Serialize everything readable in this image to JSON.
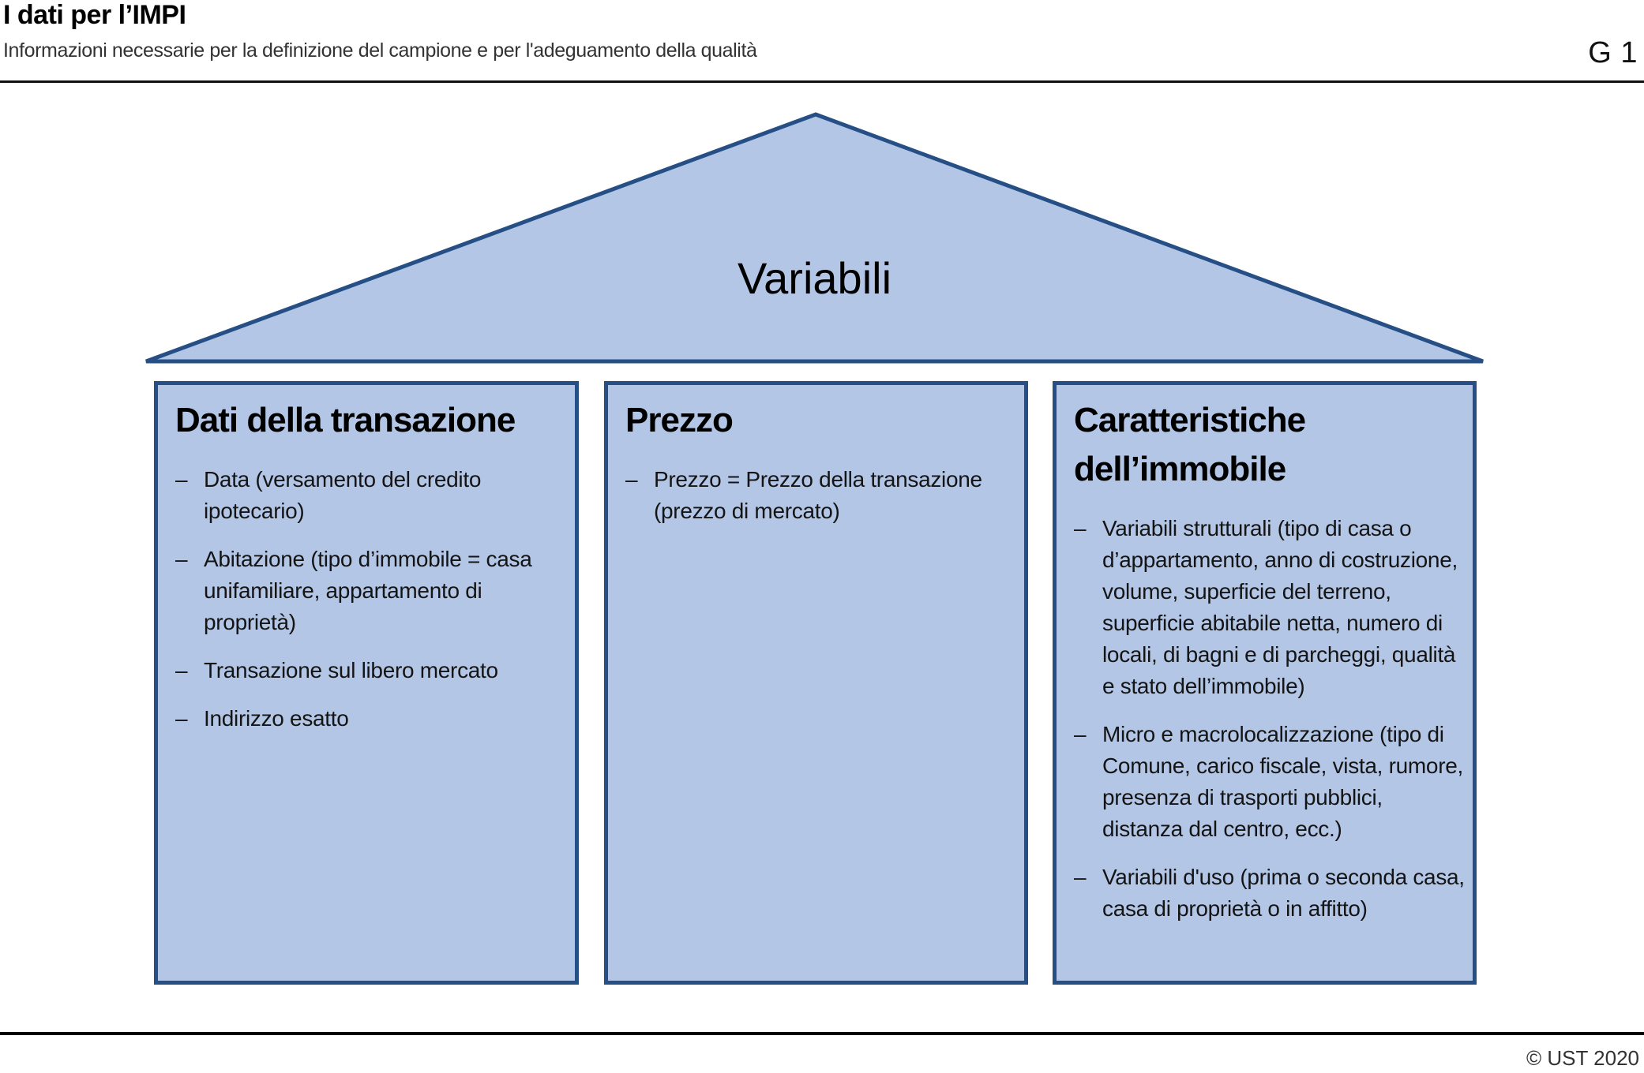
{
  "header": {
    "title": "I dati per l’IMPI",
    "subtitle": "Informazioni necessarie per la definizione del campione e per l'adeguamento della qualità",
    "figure_label": "G 1"
  },
  "diagram": {
    "roof_label": "Variabili",
    "list_marker": "–",
    "colors": {
      "fill": "#b3c6e6",
      "border": "#254f85"
    },
    "columns": [
      {
        "title": "Dati della transazione",
        "items": [
          "Data (versamento del credito ipotecario)",
          "Abitazione (tipo d’immobile = casa unifamiliare, appartamento di proprietà)",
          "Transazione sul libero mercato",
          "Indirizzo esatto"
        ]
      },
      {
        "title": "Prezzo",
        "items": [
          "Prezzo = Prezzo della transazione (prezzo di mercato)"
        ]
      },
      {
        "title": "Caratteristiche dell’immobile",
        "items": [
          "Variabili strutturali (tipo di casa o d’appartamento, anno di costruzione, volume, superficie del terreno, superficie abitabile netta, numero di locali, di bagni e di parcheggi, qualità e stato dell’immobile)",
          "Micro e macrolocalizzazione (tipo di Comune, carico fiscale, vista, rumore, presenza di trasporti pubblici, distanza dal centro, ecc.)",
          "Variabili d'uso (prima o seconda casa, casa di proprietà o in affitto)"
        ]
      }
    ]
  },
  "footer": {
    "copyright": "© UST 2020"
  }
}
